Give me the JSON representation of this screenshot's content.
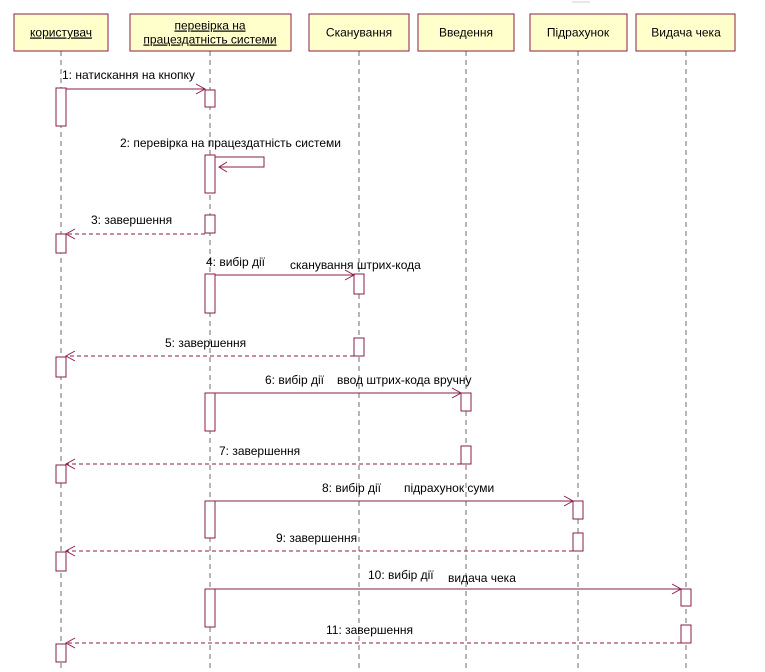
{
  "objects": [
    {
      "id": "user",
      "label": "користувач",
      "underline": true
    },
    {
      "id": "check",
      "label": "перевірка на працездатність системи",
      "label_lines": [
        "перевірка на",
        "працездатність системи"
      ],
      "underline": true
    },
    {
      "id": "scan",
      "label": "Сканування",
      "underline": false
    },
    {
      "id": "input",
      "label": "Введення",
      "underline": false
    },
    {
      "id": "calc",
      "label": "Підрахунок",
      "underline": false
    },
    {
      "id": "receipt",
      "label": "Видача чека",
      "underline": false
    }
  ],
  "messages": [
    {
      "n": 1,
      "text": "1: натискання на кнопку",
      "from": "user",
      "to": "check",
      "kind": "call",
      "note": ""
    },
    {
      "n": 2,
      "text": "2: перевірка на працездатність системи",
      "from": "check",
      "to": "check",
      "kind": "self",
      "note": ""
    },
    {
      "n": 3,
      "text": "3: завершення",
      "from": "check",
      "to": "user",
      "kind": "return",
      "note": ""
    },
    {
      "n": 4,
      "text": "4: вибір дії",
      "from": "check",
      "to": "scan",
      "kind": "call",
      "note": "сканування штрих-кода"
    },
    {
      "n": 5,
      "text": "5: завершення",
      "from": "scan",
      "to": "user",
      "kind": "return",
      "note": ""
    },
    {
      "n": 6,
      "text": "6: вибір дії",
      "from": "check",
      "to": "input",
      "kind": "call",
      "note": "ввод штрих-кода вручну"
    },
    {
      "n": 7,
      "text": "7: завершення",
      "from": "input",
      "to": "user",
      "kind": "return",
      "note": ""
    },
    {
      "n": 8,
      "text": "8: вибір дії",
      "from": "check",
      "to": "calc",
      "kind": "call",
      "note": "підрахунок суми"
    },
    {
      "n": 9,
      "text": "9: завершення",
      "from": "calc",
      "to": "user",
      "kind": "return",
      "note": ""
    },
    {
      "n": 10,
      "text": "10: вибір дії",
      "from": "check",
      "to": "receipt",
      "kind": "call",
      "note": "видача чека"
    },
    {
      "n": 11,
      "text": "11: завершення",
      "from": "receipt",
      "to": "user",
      "kind": "return",
      "note": ""
    }
  ],
  "colors": {
    "box_fill": "#ffffcc",
    "border": "#8a1c4a",
    "lifeline": "#6e6e6e",
    "text": "#000000"
  }
}
